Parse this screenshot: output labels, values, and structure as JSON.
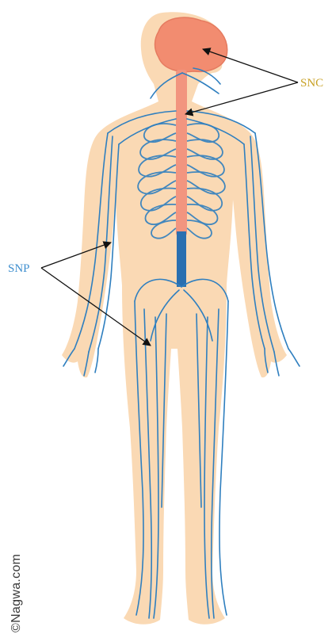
{
  "labels": {
    "cns": "SNC",
    "pns": "SNP"
  },
  "watermark": "©Nagwa.com",
  "colors": {
    "skin": "#fad9b4",
    "brain": "#f28c70",
    "spinal_cord": "#f2957f",
    "nerve": "#2f7fbf",
    "nerve_dark": "#1f5f9a",
    "cns_label": "#c9a227",
    "pns_label": "#3f8fcf",
    "arrow": "#111111"
  }
}
